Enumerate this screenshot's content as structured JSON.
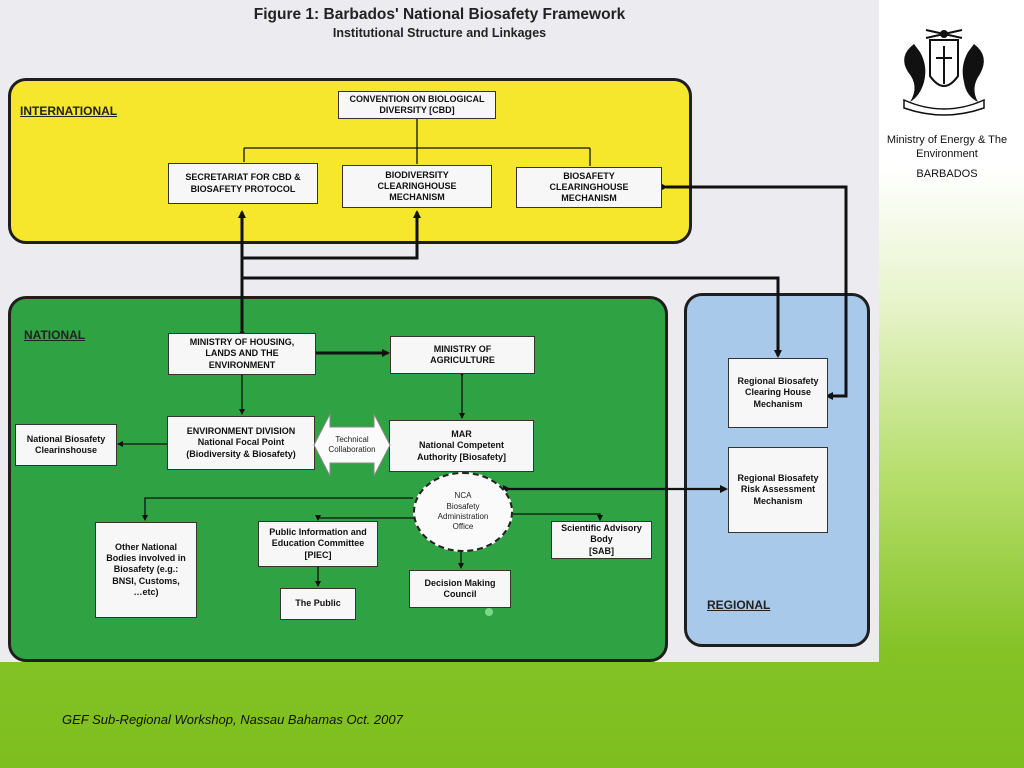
{
  "figure": {
    "title": "Figure  1:   Barbados' National Biosafety Framework",
    "subtitle": "Institutional Structure and Linkages"
  },
  "regions": {
    "international": "INTERNATIONAL",
    "national": "NATIONAL",
    "regional": "REGIONAL"
  },
  "colors": {
    "international": "#f6e62c",
    "national": "#2fa243",
    "regional": "#a9c9ea"
  },
  "nodes": {
    "cbd": [
      "CONVENTION ON BIOLOGICAL",
      "DIVERSITY [CBD]"
    ],
    "secretariat": [
      "SECRETARIAT FOR CBD &",
      "BIOSAFETY PROTOCOL"
    ],
    "biodiversity_chm": [
      "BIODIVERSITY",
      "CLEARINGHOUSE",
      "MECHANISM"
    ],
    "biosafety_chm": [
      "BIOSAFETY",
      "CLEARINGHOUSE",
      "MECHANISM"
    ],
    "ministry_housing": [
      "MINISTRY OF HOUSING,",
      "LANDS AND THE",
      "ENVIRONMENT"
    ],
    "ministry_agriculture": [
      "MINISTRY OF",
      "AGRICULTURE"
    ],
    "environment_division": [
      "ENVIRONMENT DIVISION",
      "National Focal Point",
      "(Biodiversity & Biosafety)"
    ],
    "mar": [
      "MAR",
      "National Competent",
      "Authority [Biosafety]"
    ],
    "national_chm": [
      "National Biosafety",
      "Clearinshouse"
    ],
    "other_bodies": [
      "Other National",
      "Bodies involved in",
      "Biosafety (e.g.:",
      "BNSI, Customs,",
      "…etc)"
    ],
    "piec": [
      "Public Information and",
      "Education Committee",
      "[PIEC]"
    ],
    "public": [
      "The Public"
    ],
    "decision_council": [
      "Decision Making",
      "Council"
    ],
    "sab": [
      "Scientific Advisory",
      "Body",
      "[SAB]"
    ],
    "regional_chm": [
      "Regional Biosafety",
      "Clearing House",
      "Mechanism"
    ],
    "regional_risk": [
      "Regional Biosafety",
      "Risk Assessment",
      "Mechanism"
    ]
  },
  "nca": [
    "NCA",
    "Biosafety",
    "Administration",
    "Office"
  ],
  "technical_collaboration": [
    "Technical",
    "Collaboration"
  ],
  "sidebar": {
    "ministry": "Ministry of Energy & The Environment",
    "country": "BARBADOS"
  },
  "footer": "GEF Sub-Regional Workshop, Nassau Bahamas Oct. 2007"
}
